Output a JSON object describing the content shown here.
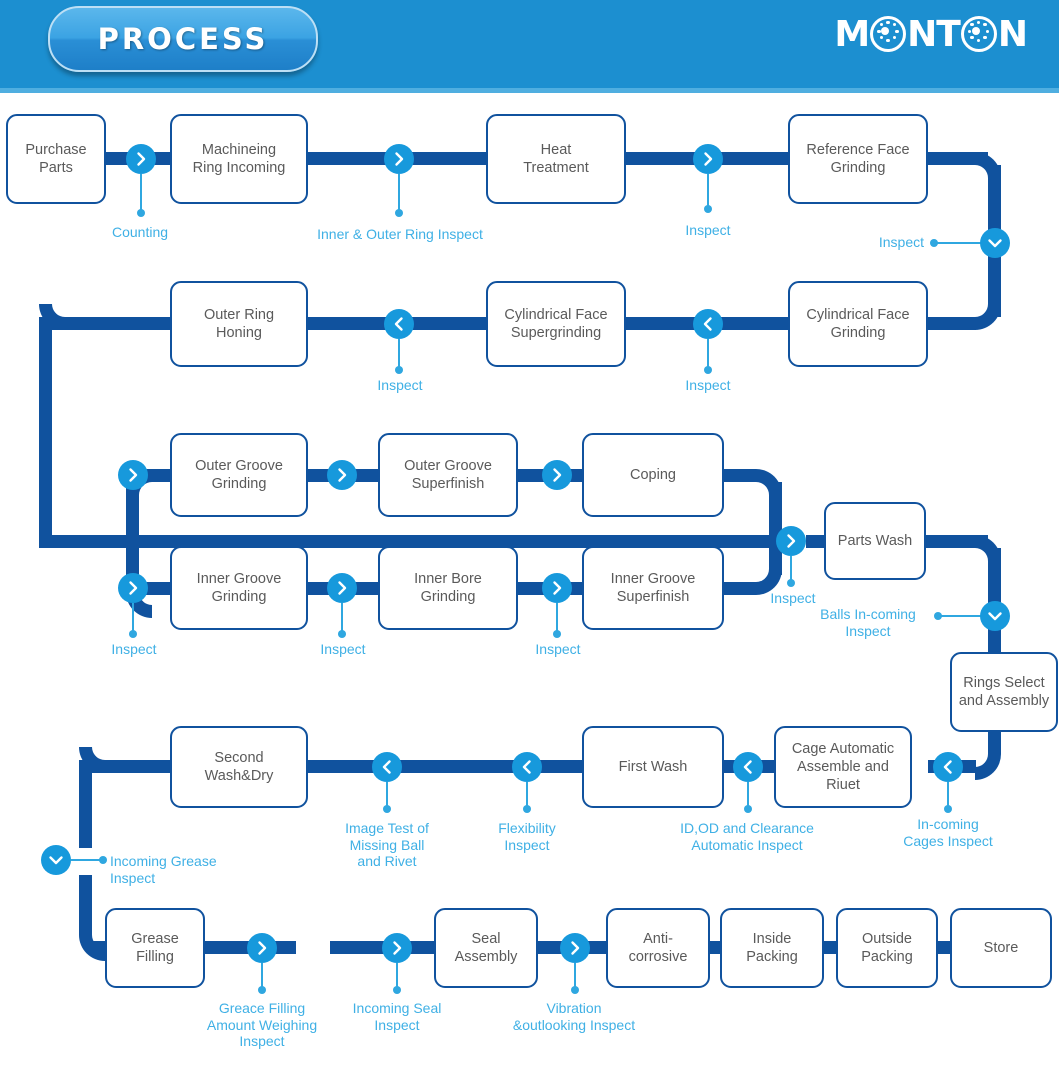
{
  "header": {
    "badge_label": "PROCESS",
    "brand_part1": "M",
    "brand_part2": "NT",
    "brand_part3": "N",
    "brand_full": "MONTON",
    "bg_color": "#1C8FD0"
  },
  "colors": {
    "connector": "#10529E",
    "chevron": "#1799DC",
    "caption": "#3FB0E5",
    "node_border": "#10529E",
    "node_text": "#5a5a5a",
    "header_bg": "#1C8FD0"
  },
  "nodes": {
    "purchase_parts": "Purchase\nParts",
    "machineing_ring_incoming": "Machineing\nRing Incoming",
    "heat_treatment": "Heat\nTreatment",
    "reference_face_grinding": "Reference Face\nGrinding",
    "outer_ring_honing": "Outer Ring\nHoning",
    "cylindrical_face_supergrinding": "Cylindrical Face\nSupergrinding",
    "cylindrical_face_grinding": "Cylindrical Face\nGrinding",
    "outer_groove_grinding": "Outer Groove\nGrinding",
    "outer_groove_superfinish": "Outer Groove\nSuperfinish",
    "coping": "Coping",
    "inner_groove_grinding": "Inner Groove\nGrinding",
    "inner_bore_grinding": "Inner Bore\nGrinding",
    "inner_groove_superfinish": "Inner Groove\nSuperfinish",
    "parts_wash": "Parts Wash",
    "rings_select_and_assembly": "Rings Select\nand Assembly",
    "second_wash_dry": "Second\nWash&Dry",
    "first_wash": "First Wash",
    "cage_automatic_assemble_and_riuet": "Cage Automatic\nAssemble and Riuet",
    "grease_filling": "Grease\nFilling",
    "seal_assembly": "Seal\nAssembly",
    "anti_corrosive": "Anti-\ncorrosive",
    "inside_packing": "Inside\nPacking",
    "outside_packing": "Outside\nPacking",
    "store": "Store"
  },
  "captions": {
    "counting": "Counting",
    "inner_outer_ring_inspect": "Inner & Outer Ring Inspect",
    "inspect_heat": "Inspect",
    "inspect_ref_face": "Inspect",
    "inspect_honing": "Inspect",
    "inspect_cyl_super": "Inspect",
    "inspect_outer_groove_1": "Inspect",
    "inspect_outer_groove_2": "Inspect",
    "inspect_outer_groove_3": "Inspect",
    "inspect_parts_wash": "Inspect",
    "balls_incoming_inspect": "Balls In-coming\nInspect",
    "incoming_cages_inspect": "In-coming\nCages Inspect",
    "id_od_clearance": "ID,OD and Clearance\nAutomatic Inspect",
    "flexibility_inspect": "Flexibility\nInspect",
    "image_test": "Image Test of\nMissing Ball\nand Rivet",
    "incoming_grease_inspect": "Incoming Grease\nInspect",
    "greace_filling_weighing": "Greace Filling\nAmount Weighing\nInspect",
    "incoming_seal_inspect": "Incoming Seal\nInspect",
    "vibration_outlooking": "Vibration\n&outlooking Inspect"
  },
  "chart_data": {
    "type": "diagram",
    "title": "PROCESS",
    "rows": [
      {
        "index": 1,
        "direction": "left-to-right",
        "steps": [
          "Purchase Parts",
          "Machineing Ring Incoming",
          "Heat Treatment",
          "Reference Face Grinding"
        ],
        "inspections": [
          "Counting",
          "Inner & Outer Ring Inspect",
          "Inspect",
          "Inspect"
        ]
      },
      {
        "index": 2,
        "direction": "right-to-left",
        "steps": [
          "Cylindrical Face Grinding",
          "Cylindrical Face Supergrinding",
          "Outer Ring Honing"
        ],
        "inspections": [
          "Inspect",
          "Inspect"
        ]
      },
      {
        "index": 3,
        "direction": "left-to-right",
        "branch": "upper",
        "steps": [
          "Outer Groove Grinding",
          "Outer Groove Superfinish",
          "Coping"
        ],
        "inspections": []
      },
      {
        "index": 3,
        "direction": "left-to-right",
        "branch": "lower",
        "steps": [
          "Inner Groove Grinding",
          "Inner Bore Grinding",
          "Inner Groove Superfinish"
        ],
        "inspections": [
          "Inspect",
          "Inspect",
          "Inspect"
        ]
      },
      {
        "index": 3,
        "direction": "merge",
        "steps": [
          "Parts Wash",
          "Rings Select and Assembly"
        ],
        "inspections": [
          "Inspect",
          "Balls In-coming Inspect"
        ]
      },
      {
        "index": 4,
        "direction": "right-to-left",
        "steps": [
          "Cage Automatic Assemble and Riuet",
          "First Wash",
          "Second Wash&Dry"
        ],
        "inspections": [
          "In-coming Cages Inspect",
          "ID,OD and Clearance Automatic Inspect",
          "Flexibility Inspect",
          "Image Test of Missing Ball and Rivet",
          "Incoming Grease Inspect"
        ]
      },
      {
        "index": 5,
        "direction": "left-to-right",
        "steps": [
          "Grease Filling",
          "Seal Assembly",
          "Anti-corrosive",
          "Inside Packing",
          "Outside Packing",
          "Store"
        ],
        "inspections": [
          "Greace Filling Amount Weighing Inspect",
          "Incoming Seal Inspect",
          "Vibration &outlooking Inspect"
        ]
      }
    ]
  }
}
